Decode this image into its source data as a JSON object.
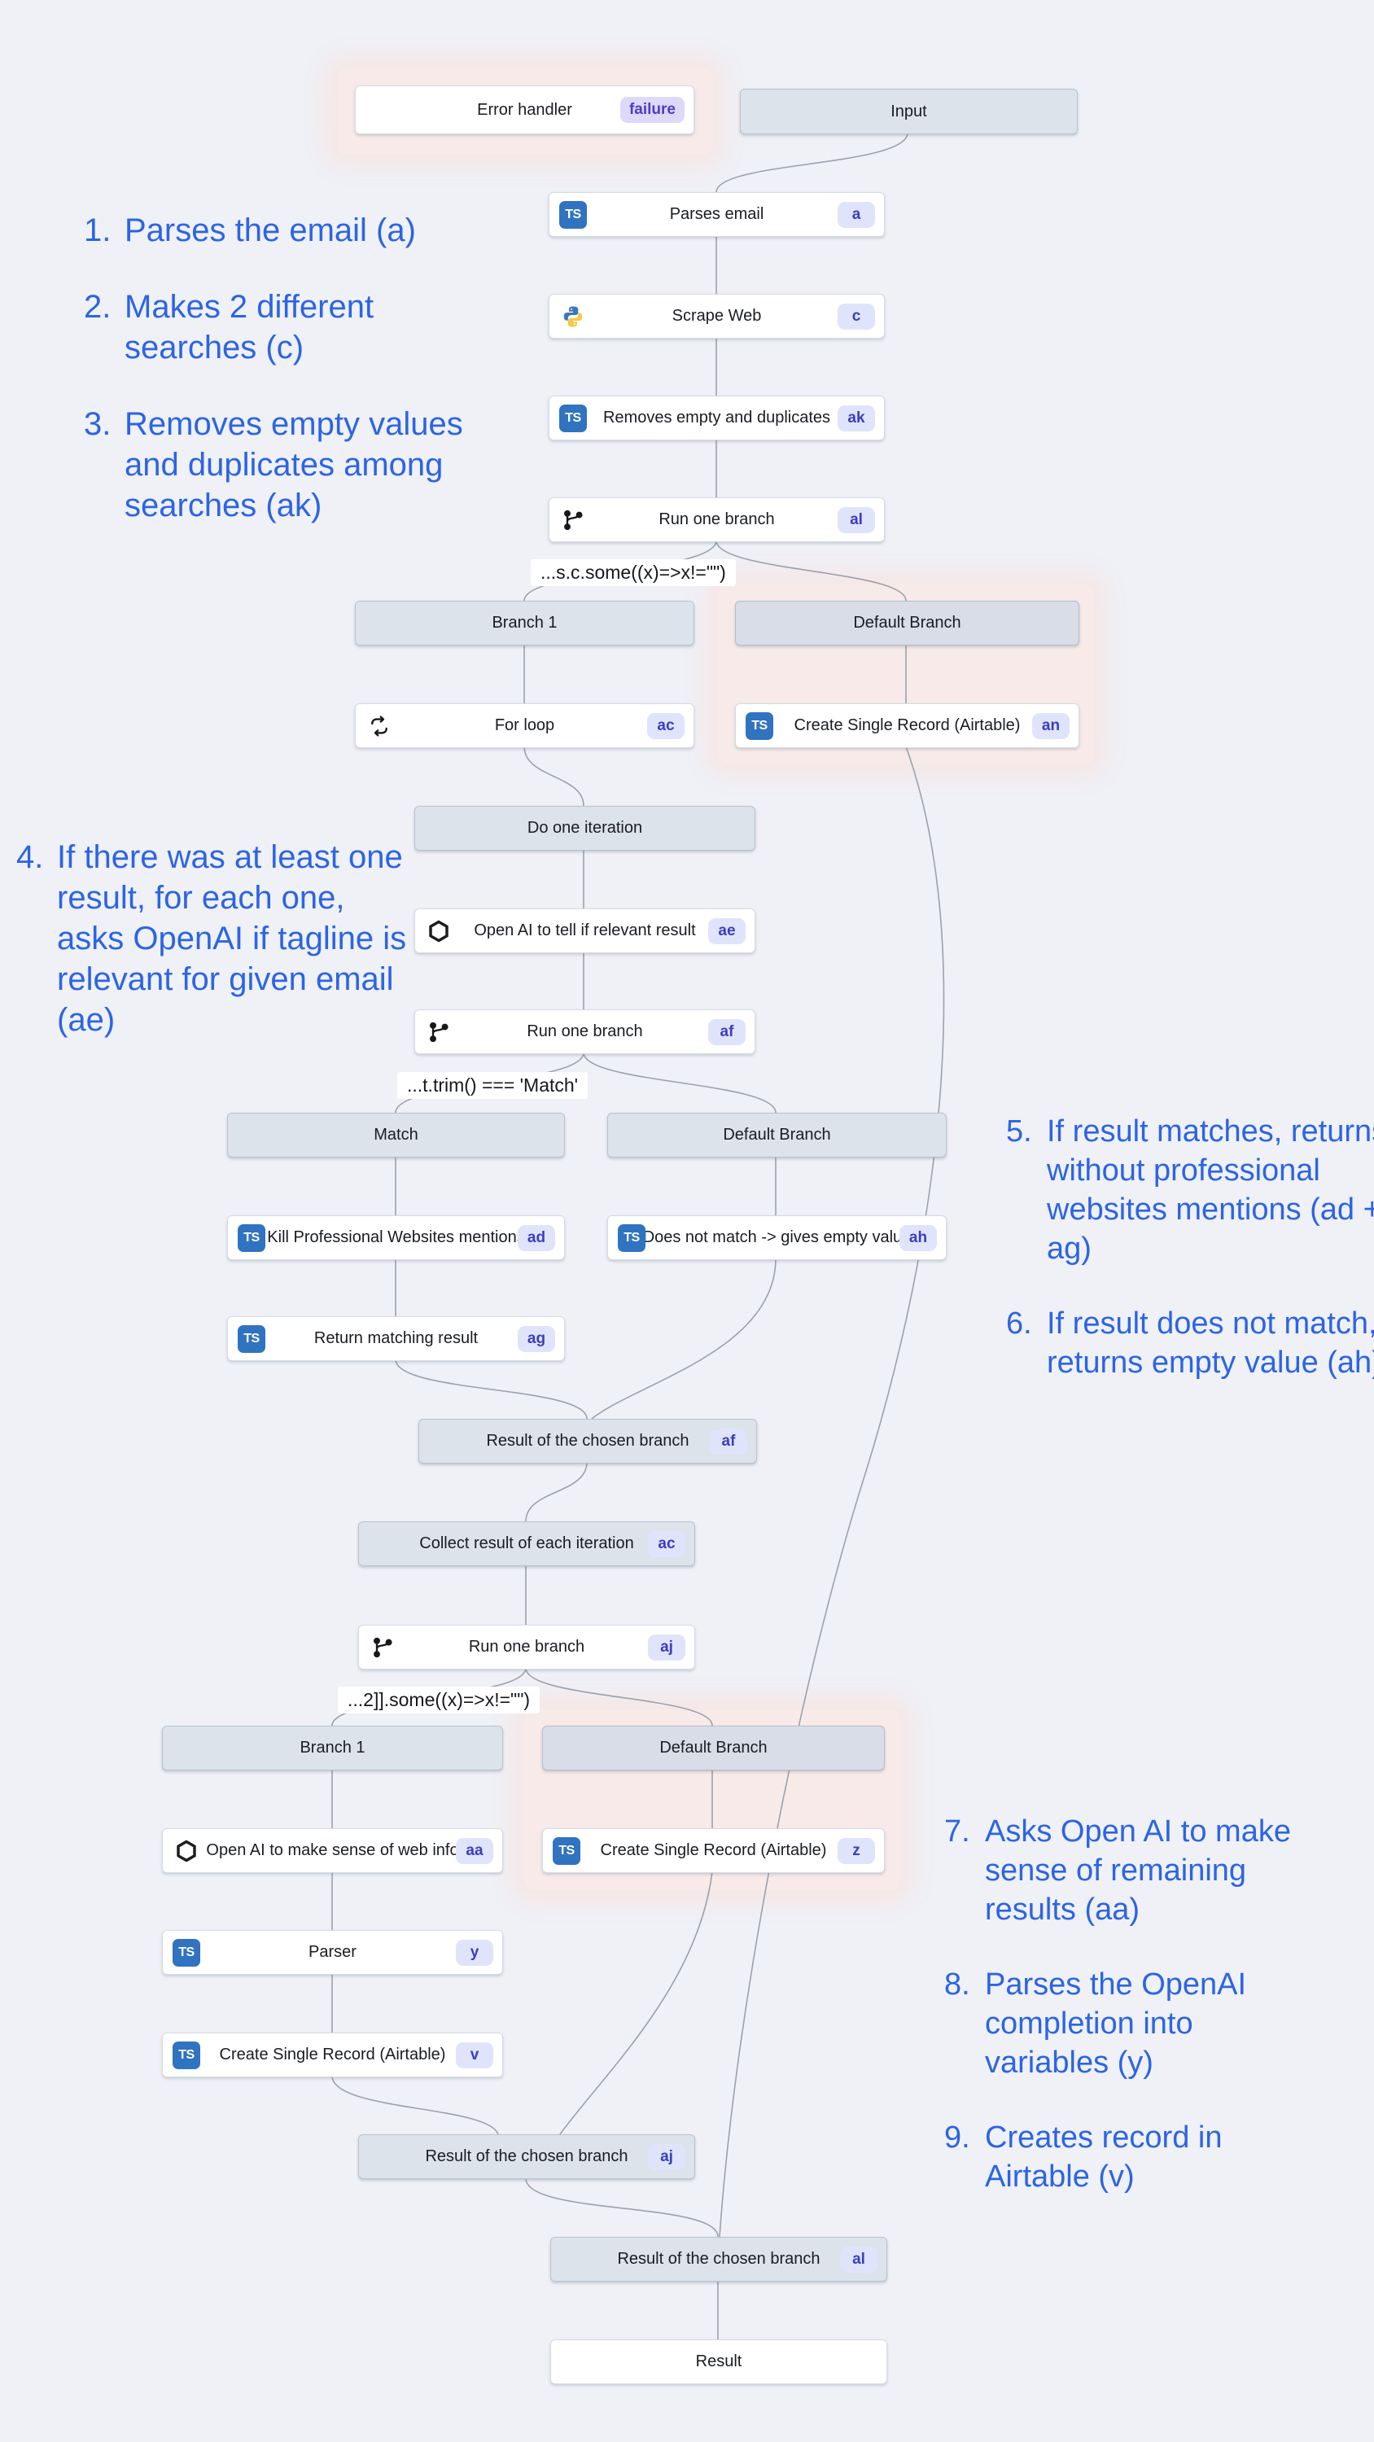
{
  "colors": {
    "background": "#eff1f7",
    "annotation_blue": "#2d64e4",
    "node_white": "#ffffff",
    "node_gray": "#dde3eb",
    "badge_bg": "#e0e4fb",
    "badge_text": "#3a3ec0",
    "failure_badge_bg": "#ded9f8",
    "failure_badge_text": "#4d3dc9",
    "highlight_pink": "#f7eae8",
    "edge_gray": "#9aa1ac",
    "ts_icon_blue": "#3073c0"
  },
  "icons": {
    "typescript": "TS"
  },
  "nodes": {
    "error_handler": {
      "label": "Error handler",
      "badge": "failure"
    },
    "input": {
      "label": "Input"
    },
    "parses_email": {
      "label": "Parses email",
      "badge": "a",
      "icon": "typescript-icon"
    },
    "scrape_web": {
      "label": "Scrape Web",
      "badge": "c",
      "icon": "python-icon"
    },
    "removes_empty": {
      "label": "Removes empty and duplicates",
      "badge": "ak",
      "icon": "typescript-icon"
    },
    "run_branch_al": {
      "label": "Run one branch",
      "badge": "al",
      "icon": "branch-icon"
    },
    "branch1_a": {
      "label": "Branch 1"
    },
    "default_branch_a": {
      "label": "Default Branch"
    },
    "for_loop": {
      "label": "For loop",
      "badge": "ac",
      "icon": "loop-icon"
    },
    "create_record_an": {
      "label": "Create Single Record (Airtable)",
      "badge": "an",
      "icon": "typescript-icon"
    },
    "do_one_iteration": {
      "label": "Do one iteration"
    },
    "openai_ae": {
      "label": "Open AI to tell if relevant result",
      "badge": "ae",
      "icon": "openai-icon"
    },
    "run_branch_af": {
      "label": "Run one branch",
      "badge": "af",
      "icon": "branch-icon"
    },
    "match": {
      "label": "Match"
    },
    "default_branch_b": {
      "label": "Default Branch"
    },
    "kill_mentions": {
      "label": "Kill Professional Websites mentions",
      "badge": "ad",
      "icon": "typescript-icon"
    },
    "does_not_match": {
      "label": "Does not match -> gives empty value",
      "badge": "ah",
      "icon": "typescript-icon"
    },
    "return_matching": {
      "label": "Return matching result",
      "badge": "ag",
      "icon": "typescript-icon"
    },
    "result_branch_af": {
      "label": "Result of the chosen branch",
      "badge": "af"
    },
    "collect_result": {
      "label": "Collect result of each iteration",
      "badge": "ac"
    },
    "run_branch_aj": {
      "label": "Run one branch",
      "badge": "aj",
      "icon": "branch-icon"
    },
    "branch1_b": {
      "label": "Branch 1"
    },
    "default_branch_c": {
      "label": "Default Branch"
    },
    "openai_aa": {
      "label": "Open AI to make sense of web info",
      "badge": "aa",
      "icon": "openai-icon"
    },
    "create_record_z": {
      "label": "Create Single Record (Airtable)",
      "badge": "z",
      "icon": "typescript-icon"
    },
    "parser": {
      "label": "Parser",
      "badge": "y",
      "icon": "typescript-icon"
    },
    "create_record_v": {
      "label": "Create Single Record (Airtable)",
      "badge": "v",
      "icon": "typescript-icon"
    },
    "result_branch_aj": {
      "label": "Result of the chosen branch",
      "badge": "aj"
    },
    "result_branch_al": {
      "label": "Result of the chosen branch",
      "badge": "al"
    },
    "result": {
      "label": "Result"
    }
  },
  "conditions": {
    "cond1": "...s.c.some((x)=>x!=\"\")",
    "cond2": "...t.trim() === 'Match'",
    "cond3": "...2]].some((x)=>x!=\"\")"
  },
  "annotations": {
    "left_top": [
      {
        "num": "1.",
        "text": "Parses the email (a)"
      },
      {
        "num": "2.",
        "text": "Makes 2 different searches (c)"
      },
      {
        "num": "3.",
        "text": "Removes empty values and duplicates among searches (ak)"
      }
    ],
    "left_mid": [
      {
        "num": "4.",
        "text": "If there was at least one result, for each one, asks OpenAI if tagline is relevant for given email (ae)"
      }
    ],
    "right_mid": [
      {
        "num": "5.",
        "text": "If result matches, returns it without professional websites mentions (ad + ag)"
      },
      {
        "num": "6.",
        "text": "If result does not match, returns empty value (ah)"
      }
    ],
    "right_bottom": [
      {
        "num": "7.",
        "text": "Asks Open AI to make sense of remaining results (aa)"
      },
      {
        "num": "8.",
        "text": "Parses the OpenAI completion into variables (y)"
      },
      {
        "num": "9.",
        "text": "Creates record in Airtable (v)"
      }
    ]
  }
}
